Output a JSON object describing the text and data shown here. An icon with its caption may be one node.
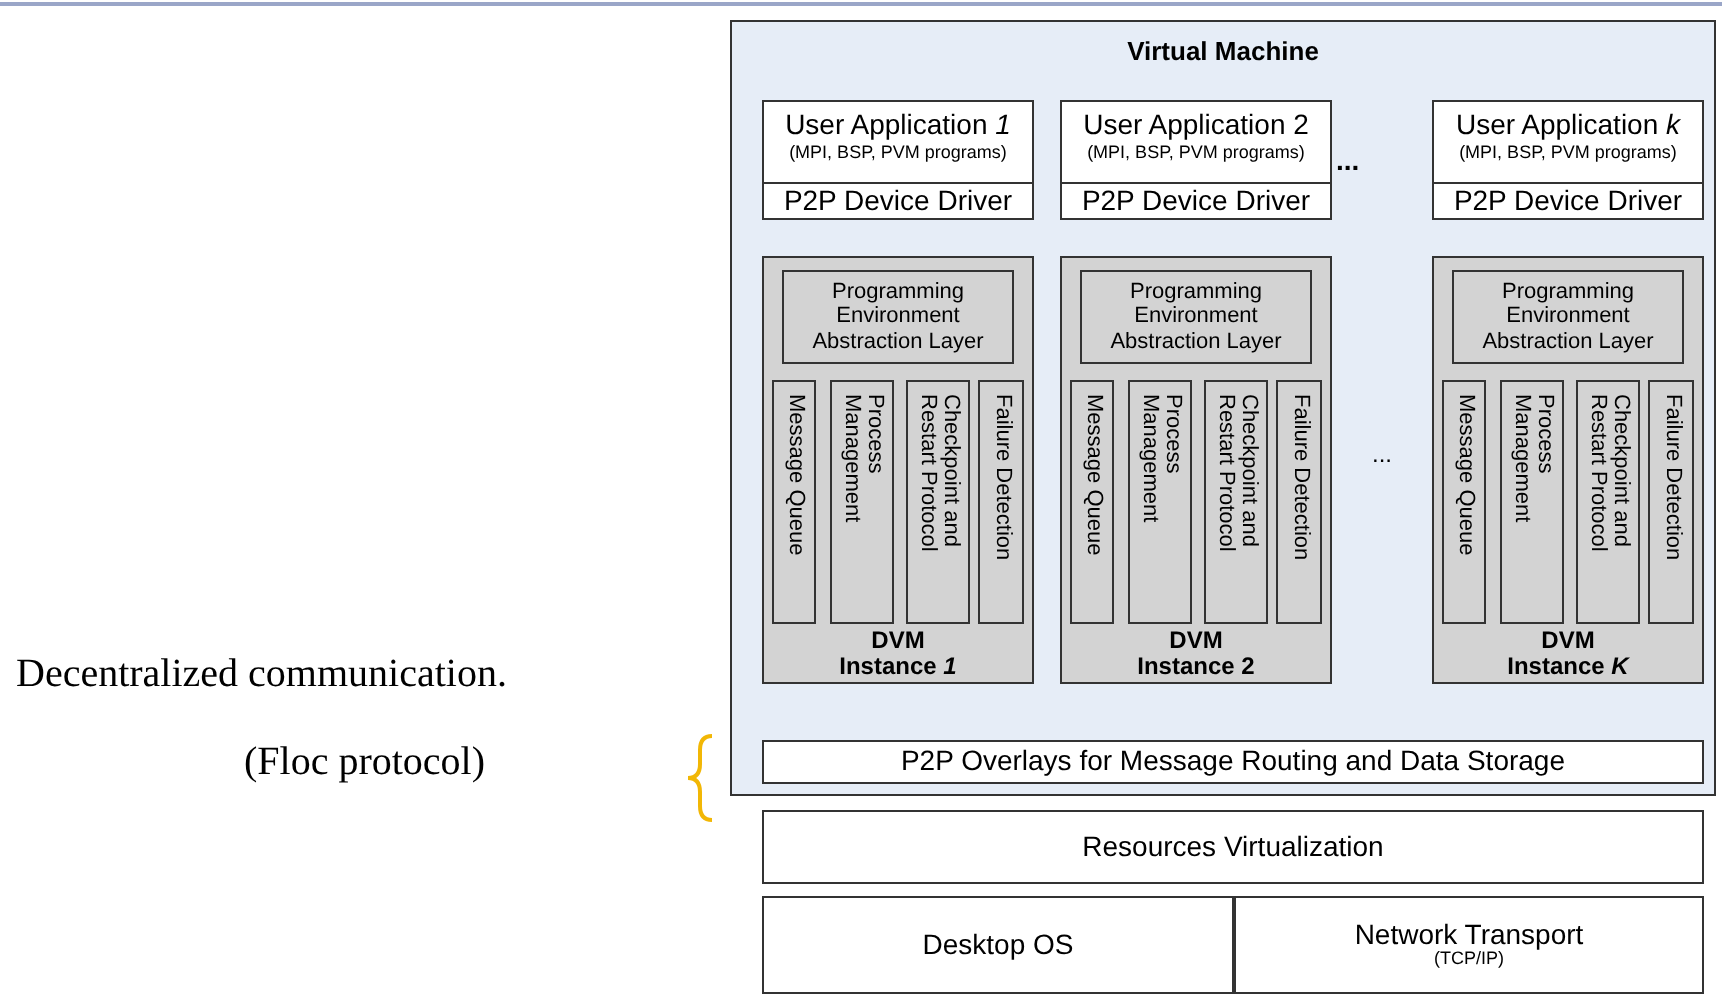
{
  "diagram": {
    "nodes": [
      {
        "text": [
          "Virtual Machine"
        ]
      },
      {
        "text": [
          "User Application *1*",
          "(MPI, BSP, PVM programs)",
          "P2P Device Driver"
        ],
        "in": 0
      },
      {
        "text": [
          "User Application 2",
          "(MPI, BSP, PVM programs)",
          "P2P Device Driver"
        ],
        "in": 0
      },
      {
        "text": [
          "User Application *k*",
          "(MPI, BSP, PVM programs)",
          "P2P Device Driver"
        ],
        "in": 0
      },
      {
        "text": [
          "DVM Instance *1*"
        ],
        "in": 0
      },
      {
        "text": [
          "Programming Environment Abstraction Layer"
        ],
        "in": 4
      },
      {
        "text": [
          "Message Queue"
        ],
        "in": 4
      },
      {
        "text": [
          "Process Management"
        ],
        "in": 4
      },
      {
        "text": [
          "Checkpoint and Restart Protocol"
        ],
        "in": 4
      },
      {
        "text": [
          "Failure Detection"
        ],
        "in": 4
      },
      {
        "text": [
          "DVM Instance 2"
        ],
        "in": 0
      },
      {
        "text": [
          "Programming Environment Abstraction Layer"
        ],
        "in": 10
      },
      {
        "text": [
          "Message Queue"
        ],
        "in": 10
      },
      {
        "text": [
          "Process Management"
        ],
        "in": 10
      },
      {
        "text": [
          "Checkpoint and Restart Protocol"
        ],
        "in": 10
      },
      {
        "text": [
          "Failure Detection"
        ],
        "in": 10
      },
      {
        "text": [
          "DVM Instance *K*"
        ],
        "in": 0
      },
      {
        "text": [
          "Programming Environment Abstraction Layer"
        ],
        "in": 16
      },
      {
        "text": [
          "Message Queue"
        ],
        "in": 16
      },
      {
        "text": [
          "Process Management"
        ],
        "in": 16
      },
      {
        "text": [
          "Checkpoint and Restart Protocol"
        ],
        "in": 16
      },
      {
        "text": [
          "Failure Detection"
        ],
        "in": 16
      },
      {
        "text": [
          "P2P Overlays for Message Routing and Data Storage"
        ],
        "in": 0
      },
      {
        "text": [
          "Resources Virtualization"
        ]
      },
      {
        "text": [
          "Desktop OS"
        ]
      },
      {
        "text": [
          "Network Transport",
          "(TCP/IP)"
        ]
      }
    ],
    "edges": [],
    "labels": [
      "...",
      "...",
      "Decentralized communication.",
      "(Floc protocol)"
    ]
  }
}
